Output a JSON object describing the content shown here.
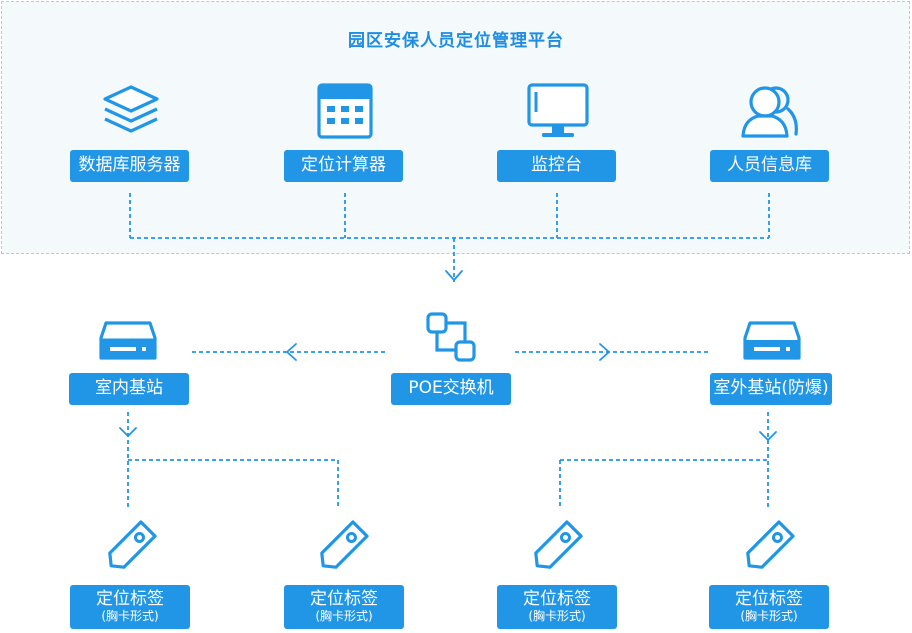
{
  "title": "园区安保人员定位管理平台",
  "platform": {
    "db_server": "数据库服务器",
    "calc_server": "定位计算器",
    "monitor": "监控台",
    "personnel_db": "人员信息库"
  },
  "network": {
    "indoor_station": "室内基站",
    "poe_switch": "POE交换机",
    "outdoor_station": "室外基站(防爆)"
  },
  "tags": [
    {
      "label": "定位标签",
      "sub": "(胸卡形式)"
    },
    {
      "label": "定位标签",
      "sub": "(胸卡形式)"
    },
    {
      "label": "定位标签",
      "sub": "(胸卡形式)"
    },
    {
      "label": "定位标签",
      "sub": "(胸卡形式)"
    }
  ],
  "colors": {
    "accent": "#2196e6",
    "panel_bg": "#f4f9fc",
    "panel_border": "#a8cfe6"
  }
}
